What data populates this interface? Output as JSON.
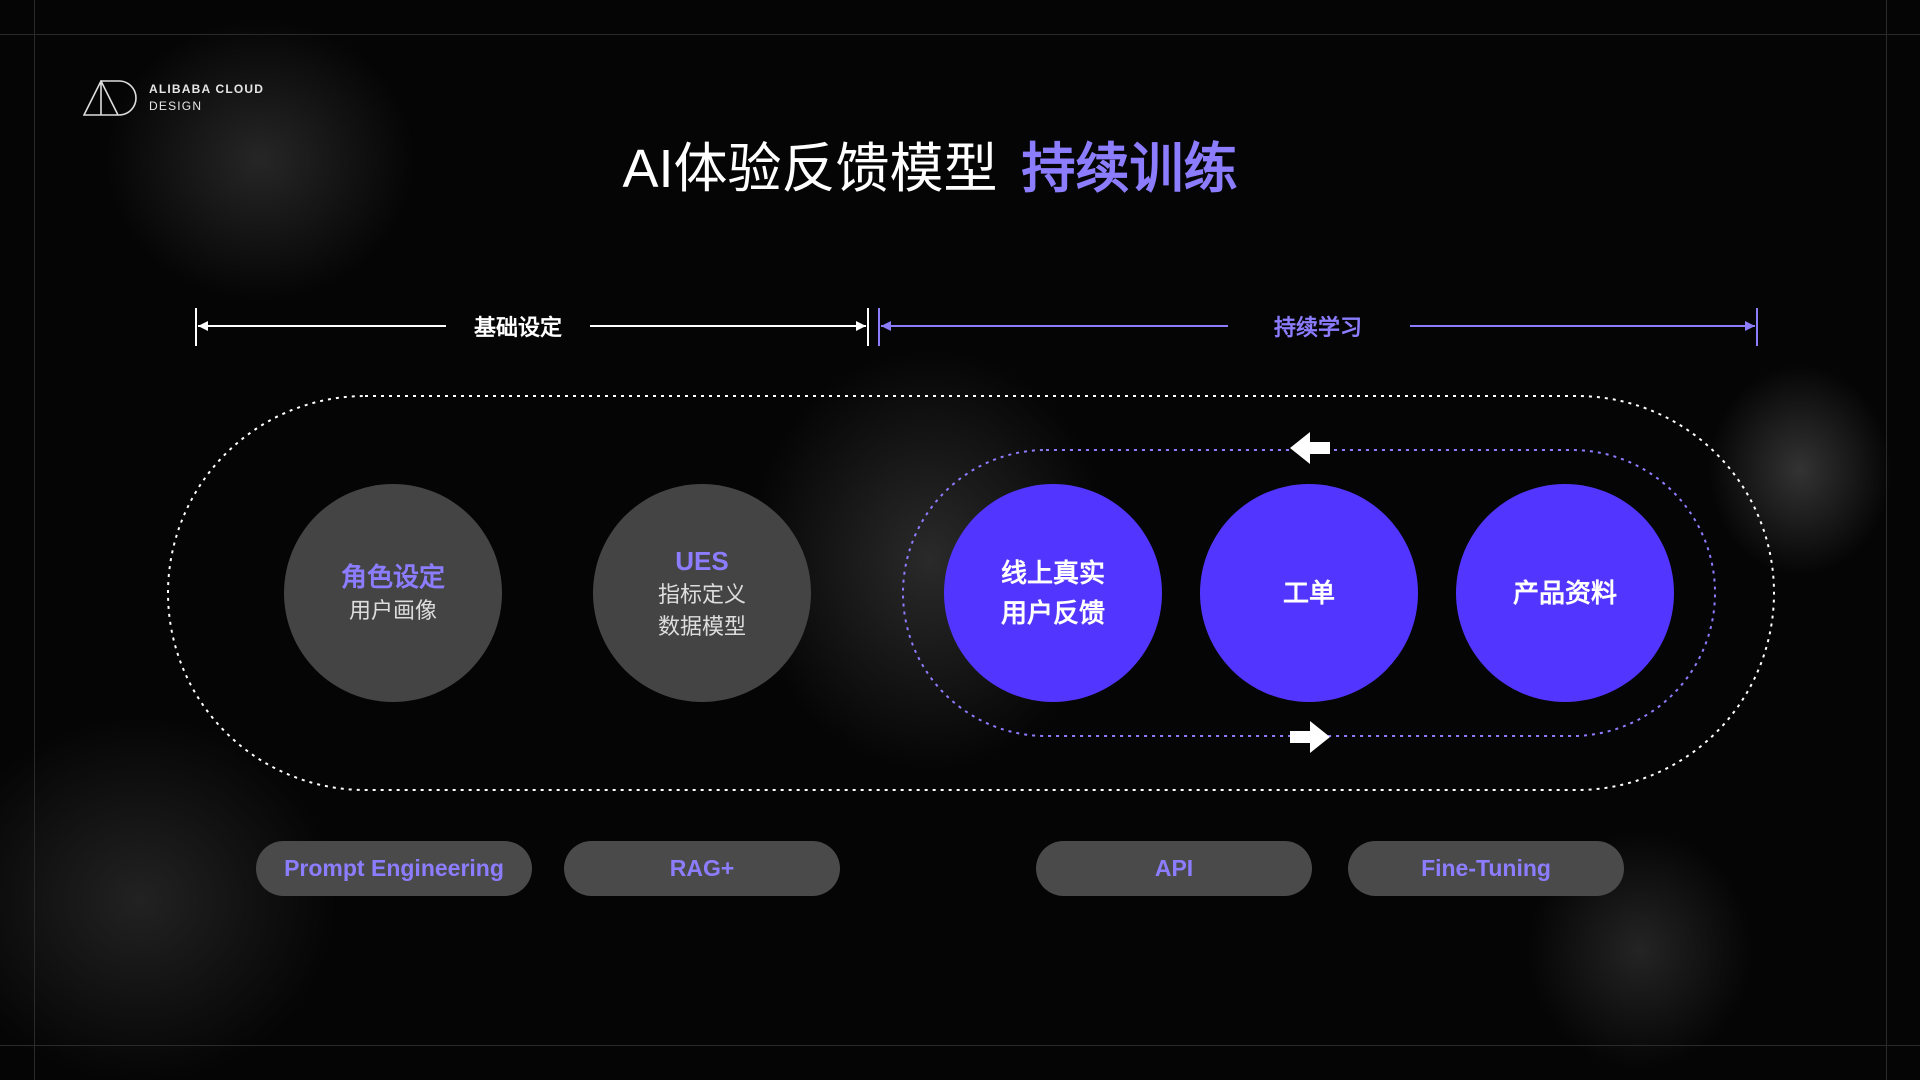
{
  "brand": {
    "line1": "ALIBABA CLOUD",
    "line2": "DESIGN"
  },
  "title": {
    "main": "AI体验反馈模型",
    "highlight": "持续训练"
  },
  "phases": [
    {
      "label": "基础设定"
    },
    {
      "label": "持续学习"
    }
  ],
  "basic_nodes": [
    {
      "title": "角色设定",
      "lines": [
        "用户画像"
      ]
    },
    {
      "title": "UES",
      "lines": [
        "指标定义",
        "数据模型"
      ]
    }
  ],
  "learning_nodes": [
    {
      "lines": [
        "线上真实",
        "用户反馈"
      ]
    },
    {
      "lines": [
        "工单"
      ]
    },
    {
      "lines": [
        "产品资料"
      ]
    }
  ],
  "methods": [
    {
      "label": "Prompt Engineering"
    },
    {
      "label": "RAG+"
    },
    {
      "label": "API"
    },
    {
      "label": "Fine-Tuning"
    }
  ],
  "colors": {
    "accent": "#5236ff",
    "accent_text": "#8c7dff",
    "node_gray": "#444444",
    "pill_bg": "#4a4a4a"
  }
}
